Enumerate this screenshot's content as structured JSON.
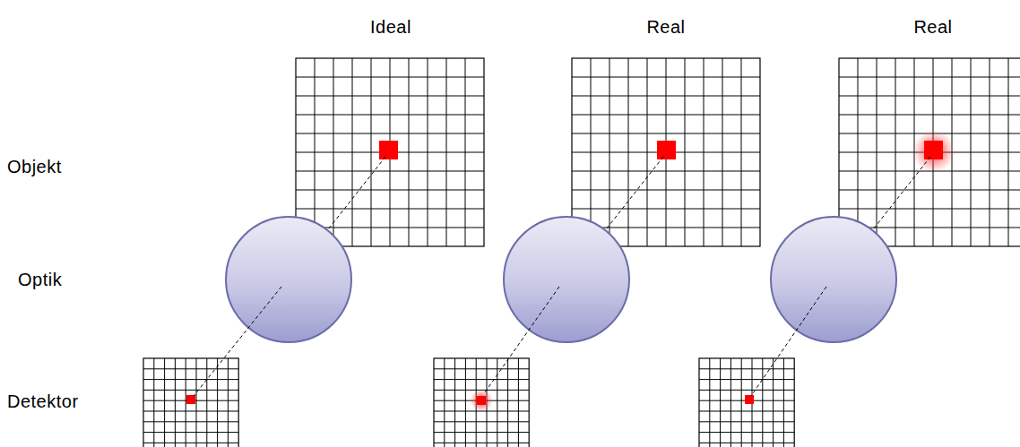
{
  "diagram": {
    "labels": [
      "Ideal",
      "Real",
      "Real",
      "Objekt",
      "Optik",
      "Detektor"
    ]
  }
}
